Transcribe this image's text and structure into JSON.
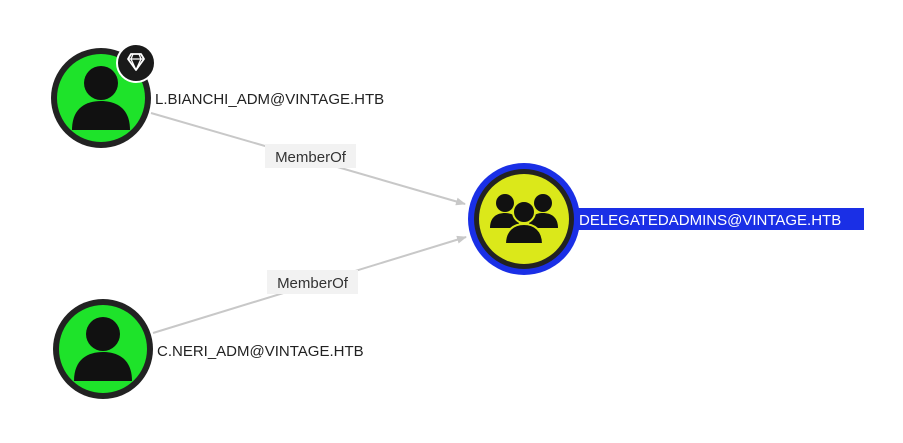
{
  "graph": {
    "nodes": [
      {
        "id": "l_bianchi",
        "label": "L.BIANCHI_ADM@VINTAGE.HTB",
        "kind": "user",
        "icon": "user-icon",
        "badge": "diamond-icon",
        "fill_color": "#1ee32a",
        "ring_color": "#222222",
        "selected": false
      },
      {
        "id": "c_neri",
        "label": "C.NERI_ADM@VINTAGE.HTB",
        "kind": "user",
        "icon": "user-icon",
        "fill_color": "#1ee32a",
        "ring_color": "#222222",
        "selected": false
      },
      {
        "id": "delegatedadmins",
        "label": "DELEGATEDADMINS@VINTAGE.HTB",
        "kind": "group",
        "icon": "group-icon",
        "fill_color": "#dbe81a",
        "ring_color": "#222222",
        "highlight_color": "#1a2fe6",
        "selected": true
      }
    ],
    "edges": [
      {
        "from": "l_bianchi",
        "to": "delegatedadmins",
        "label": "MemberOf"
      },
      {
        "from": "c_neri",
        "to": "delegatedadmins",
        "label": "MemberOf"
      }
    ],
    "colors": {
      "edge": "#c8c8c8",
      "edge_label_bg": "#f2f2f2",
      "badge_bg": "#1a1a1a",
      "icon": "#111111"
    }
  }
}
